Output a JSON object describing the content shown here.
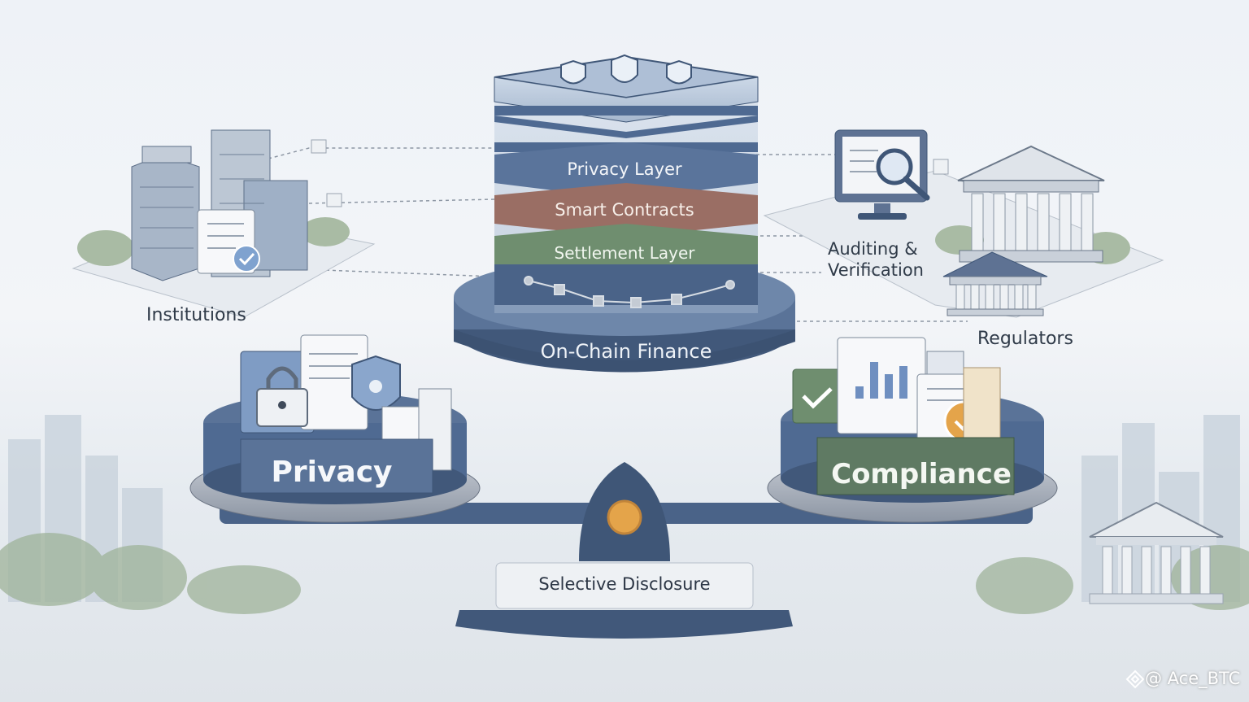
{
  "stack": {
    "privacy_layer": "Privacy Layer",
    "smart_contracts": "Smart Contracts",
    "settlement_layer": "Settlement Layer",
    "base": "On-Chain Finance"
  },
  "labels": {
    "institutions": "Institutions",
    "auditing": [
      "Auditing &",
      "Verification"
    ],
    "regulators": "Regulators"
  },
  "scale": {
    "left_pan": "Privacy",
    "right_pan": "Compliance",
    "base": "Selective Disclosure"
  },
  "watermark": "@ Ace_BTC",
  "colors": {
    "slate_blue": "#4f6a92",
    "smart_contracts_brown": "#9a6e64",
    "settlement_green": "#6f8e6f",
    "compliance_green": "#5f7a63",
    "gold_accent": "#e4a44a",
    "check_blue": "#7fa2cf"
  }
}
